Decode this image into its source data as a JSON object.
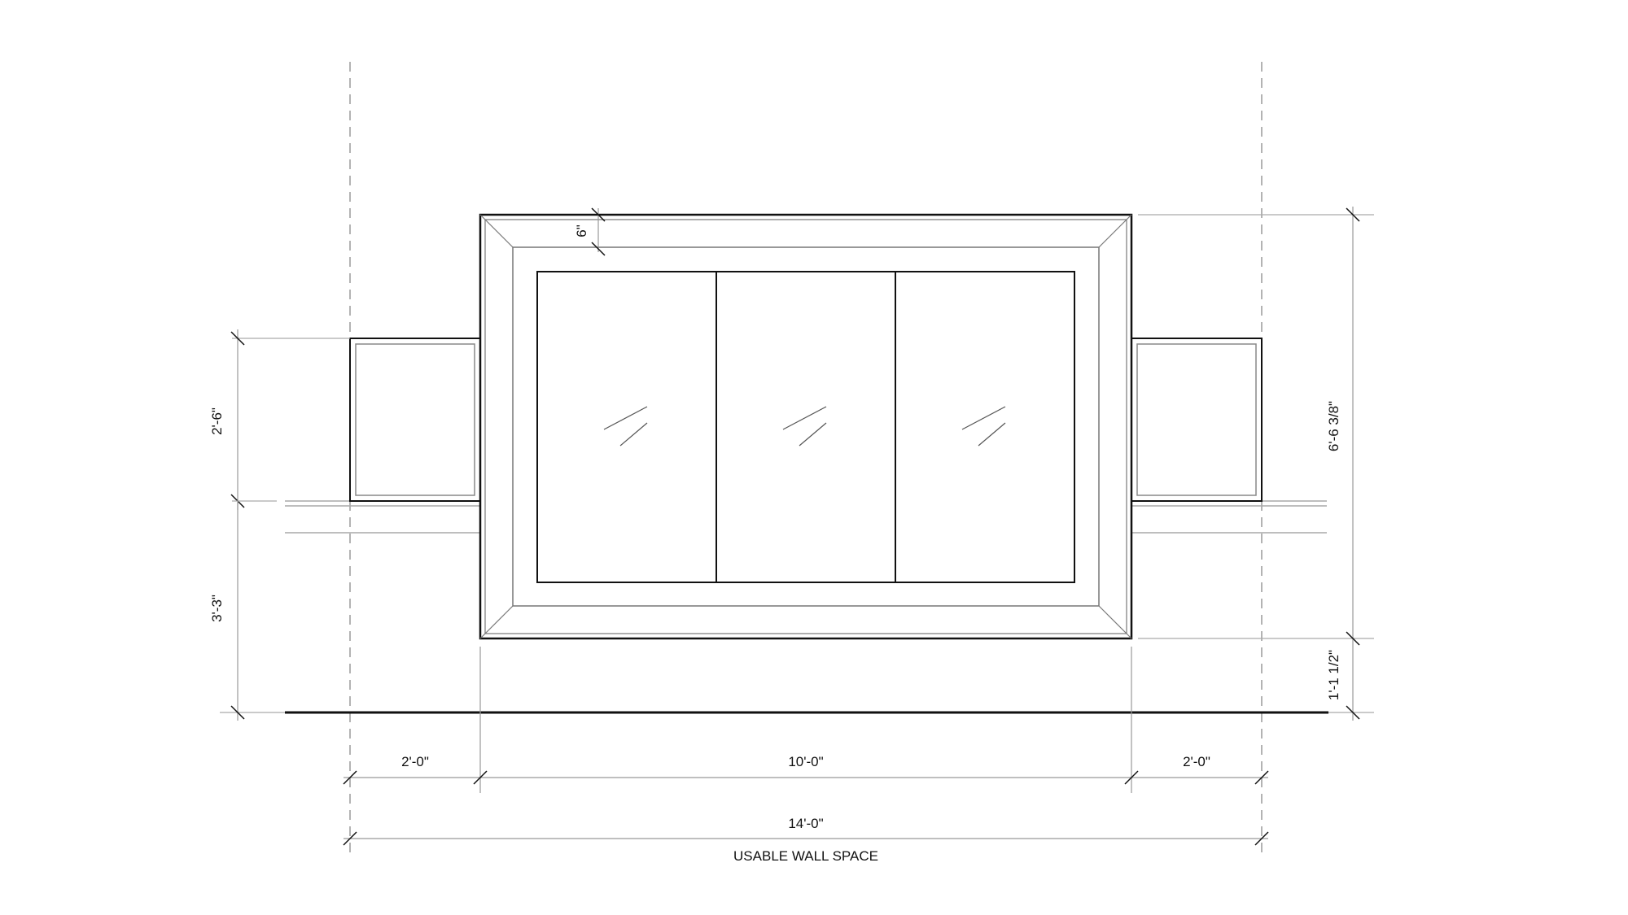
{
  "dimensions": {
    "top_frame_depth": "6\"",
    "box_height": "2'-6\"",
    "box_elevation": "3'-3\"",
    "tv_height": "6'-6 3/8\"",
    "tv_elevation": "1'-1 1/2\"",
    "left_box_width": "2'-0\"",
    "tv_width": "10'-0\"",
    "right_box_width": "2'-0\"",
    "total_width": "14'-0\""
  },
  "caption": "USABLE WALL SPACE"
}
